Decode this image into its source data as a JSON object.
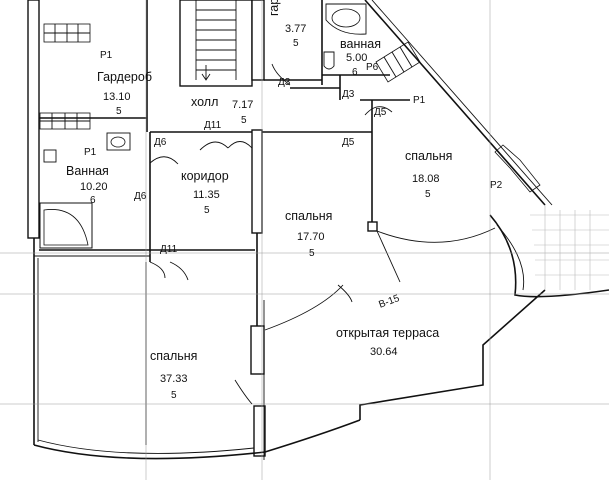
{
  "rooms": {
    "wardrobe_big": {
      "name": "Гардероб",
      "area": "13.10",
      "num": "5"
    },
    "wardrobe_small": {
      "name": "гардероб",
      "area": "3.77",
      "num": "5"
    },
    "bath_top": {
      "name": "ванная",
      "area": "5.00",
      "num": "6"
    },
    "bath_left": {
      "name": "Ванная",
      "area": "10.20",
      "num": "6"
    },
    "hall": {
      "name": "холл",
      "area": "7.17",
      "num": "5"
    },
    "corridor": {
      "name": "коридор",
      "area": "11.35",
      "num": "5"
    },
    "bedroom_mid": {
      "name": "спальня",
      "area": "17.70",
      "num": "5"
    },
    "bedroom_right": {
      "name": "спальня",
      "area": "18.08",
      "num": "5"
    },
    "bedroom_big": {
      "name": "спальня",
      "area": "37.33",
      "num": "5"
    },
    "terrace": {
      "name": "открытая терраса",
      "area": "30.64"
    }
  },
  "doors": {
    "d11_hall": "Д11",
    "d11_low": "Д11",
    "d6_a": "Д6",
    "d6_b": "Д6",
    "d5_a": "Д5",
    "d5_b": "Д5",
    "d3_a": "Д3",
    "d3_b": "Д3"
  },
  "marks": {
    "p1_a": "P1",
    "p1_b": "P1",
    "p1_c": "P1",
    "p6": "P6",
    "p2": "P2",
    "b15": "B-15"
  }
}
